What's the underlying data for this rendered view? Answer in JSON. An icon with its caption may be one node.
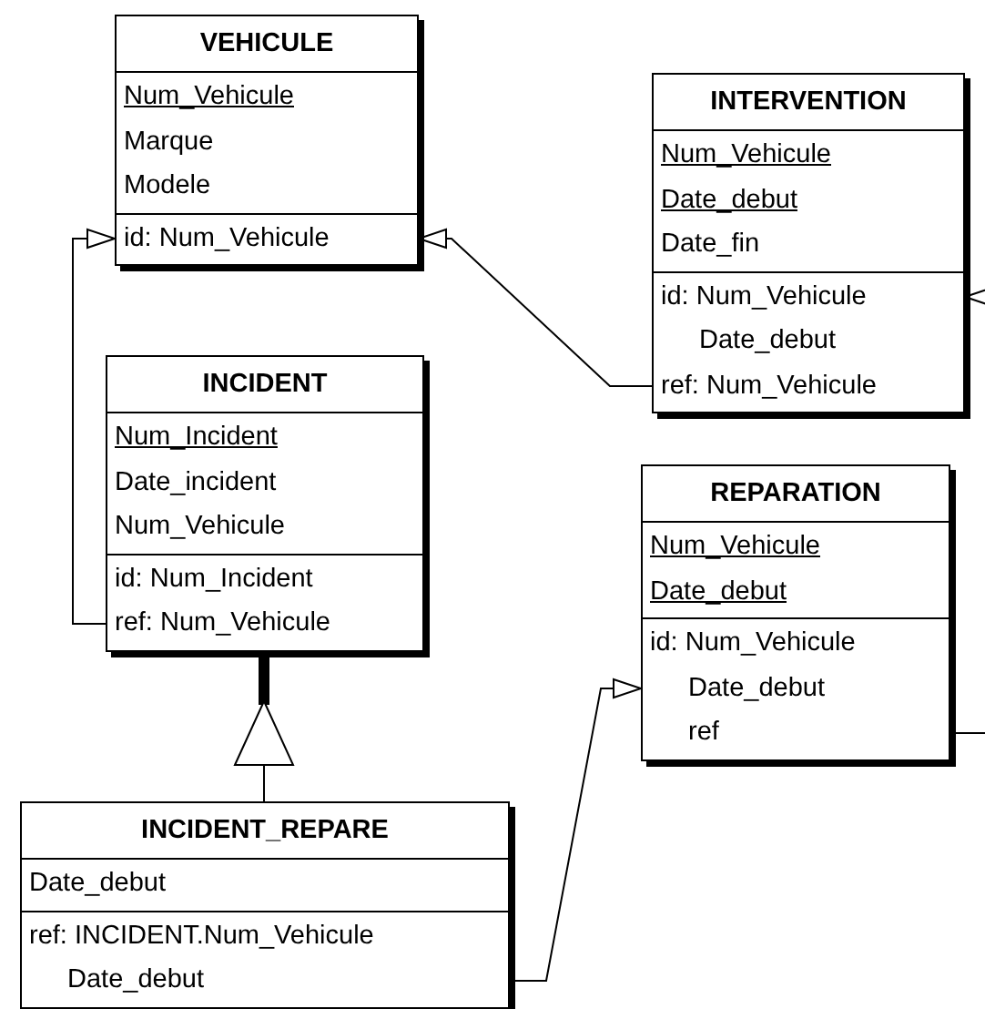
{
  "diagram": {
    "nodes": [
      {
        "text": [
          "VEHICULE",
          "Num_Vehicule",
          "Marque",
          "Modele",
          "id: Num_Vehicule"
        ]
      },
      {
        "text": [
          "INTERVENTION",
          "Num_Vehicule",
          "Date_debut",
          "Date_fin",
          "id: Num_Vehicule",
          "Date_debut",
          "ref: Num_Vehicule"
        ]
      },
      {
        "text": [
          "INCIDENT",
          "Num_Incident",
          "Date_incident",
          "Num_Vehicule",
          "id: Num_Incident",
          "ref: Num_Vehicule"
        ]
      },
      {
        "text": [
          "REPARATION",
          "Num_Vehicule",
          "Date_debut",
          "id: Num_Vehicule",
          "Date_debut",
          "ref"
        ]
      },
      {
        "text": [
          "INCIDENT_REPARE",
          "Date_debut",
          "ref: INCIDENT.Num_Vehicule",
          "Date_debut"
        ]
      }
    ],
    "edges": [
      {
        "from": 2,
        "to": 0,
        "arrow": "to"
      },
      {
        "from": 1,
        "to": 0,
        "arrow": "to"
      },
      {
        "from": 4,
        "to": 2,
        "arrow": "to"
      },
      {
        "from": 4,
        "to": 3,
        "arrow": "to"
      },
      {
        "from": 3,
        "to": 1,
        "arrow": "to"
      }
    ]
  }
}
